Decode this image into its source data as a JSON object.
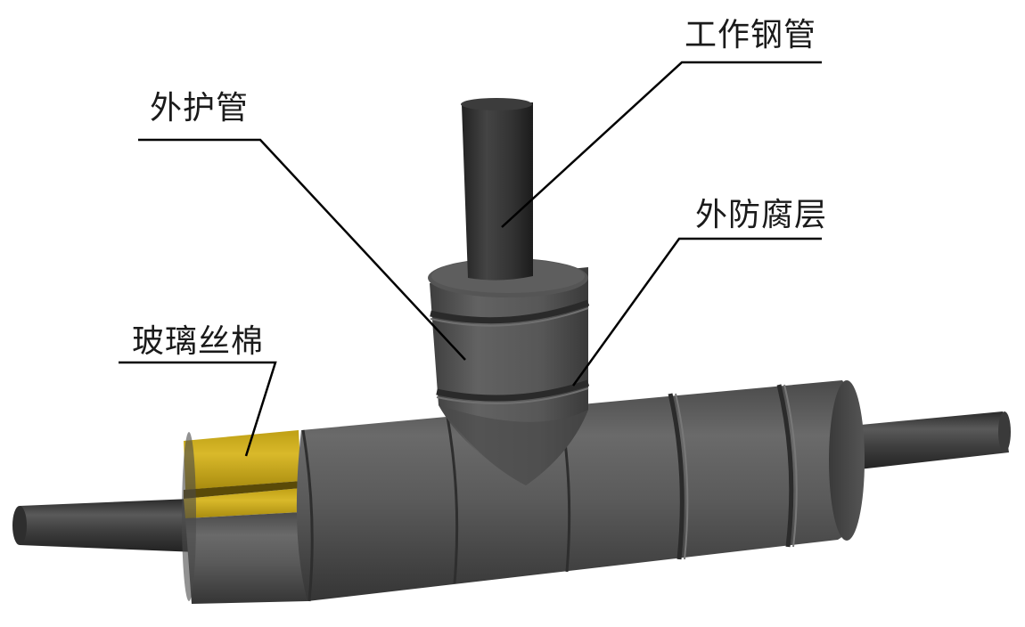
{
  "labels": {
    "work_steel_pipe": "工作钢管",
    "outer_casing": "外护管",
    "anticorrosion_layer": "外防腐层",
    "glass_wool": "玻璃丝棉"
  },
  "colors": {
    "casing": "#5a5a5a",
    "casing_dark": "#3c3c3c",
    "steel_pipe": "#3a3a3a",
    "glass_wool": "#d4b21e",
    "leader_line": "#000000"
  }
}
